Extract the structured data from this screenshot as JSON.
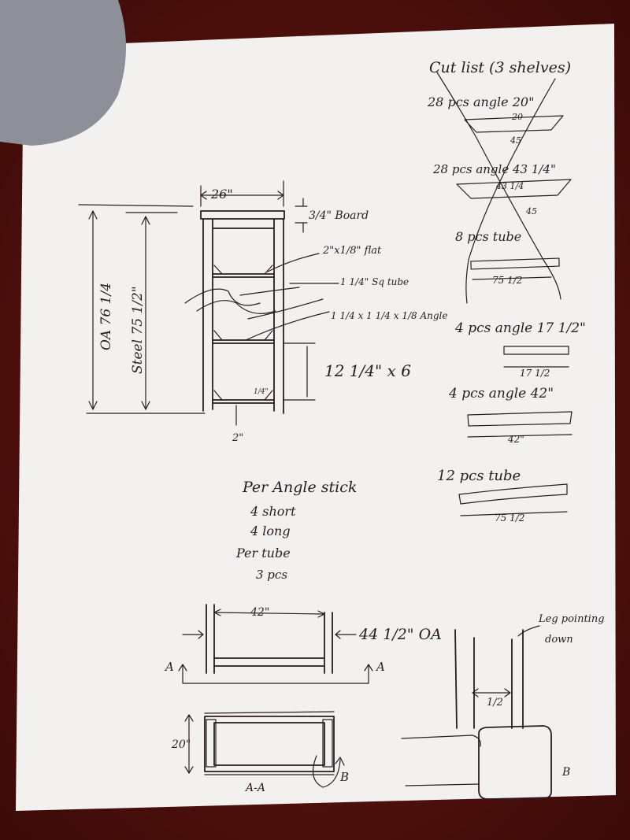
{
  "header": {
    "cut_list": "Cut list (3 shelves)"
  },
  "elevation": {
    "width_label": "26\"",
    "board_label": "3/4\" Board",
    "flat_label": "2\"x1/8\" flat",
    "tube_label": "1 1/4\" Sq tube",
    "angle_label": "1 1/4 x 1 1/4 x 1/8 Angle",
    "oa_label": "OA 76 1/4",
    "steel_label": "Steel 75 1/2\"",
    "spacing_label": "12 1/4\" x 6",
    "base_label": "2\"",
    "small_angle_label": "1/4\""
  },
  "cut_list": {
    "item1": "28 pcs angle 20\"",
    "item1_dim": "20",
    "item1_angle": "45",
    "item2": "28 pcs angle 43 1/4\"",
    "item2_dim": "43 1/4",
    "item2_angle": "45",
    "item3": "8 pcs tube",
    "item3_dim": "75 1/2",
    "item4": "4 pcs angle 17 1/2\"",
    "item4_dim": "17 1/2",
    "item5": "4 pcs angle 42\"",
    "item5_dim": "42\"",
    "item6": "12 pcs tube",
    "item6_dim": "75 1/2"
  },
  "notes": {
    "line1": "Per Angle stick",
    "line2": "4 short",
    "line3": "4 long",
    "line4": "Per tube",
    "line5": "3 pcs"
  },
  "front_view": {
    "inner": "42\"",
    "overall": "44 1/2\" OA",
    "section_left": "A",
    "section_right": "A"
  },
  "section_view": {
    "depth": "20\"",
    "caption": "A-A",
    "detail_ref": "B"
  },
  "detail": {
    "leg_note_1": "Leg pointing",
    "leg_note_2": "down",
    "offset": "1/2",
    "caption": "B"
  }
}
